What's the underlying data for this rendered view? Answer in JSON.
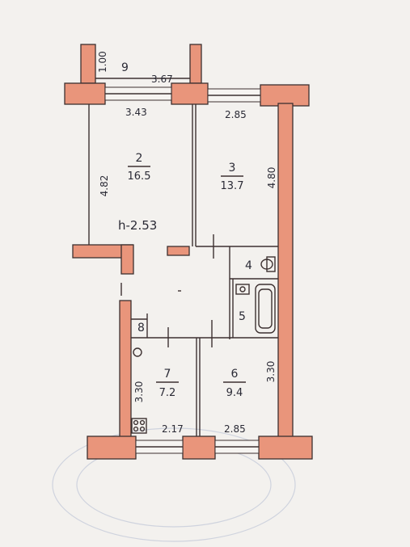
{
  "rooms": [
    {
      "number": "2",
      "area": "16.5"
    },
    {
      "number": "3",
      "area": "13.7"
    },
    {
      "number": "4"
    },
    {
      "number": "5"
    },
    {
      "number": "6",
      "area": "9.4"
    },
    {
      "number": "7",
      "area": "7.2"
    },
    {
      "number": "8"
    },
    {
      "number": "9"
    }
  ],
  "ceiling_height": "h-2.53",
  "dimensions": {
    "balcony_depth": "1.00",
    "balcony_width": "3.67",
    "room2_width": "3.43",
    "room3_width": "2.85",
    "room2_depth": "4.82",
    "room3_depth": "4.80",
    "room7_depth": "3.30",
    "room6_depth": "3.30",
    "room7_width": "2.17",
    "room6_width": "2.85"
  },
  "colors": {
    "wall_fill": "#e9957b",
    "line": "#3c3030",
    "paper": "#f3f1ee"
  }
}
